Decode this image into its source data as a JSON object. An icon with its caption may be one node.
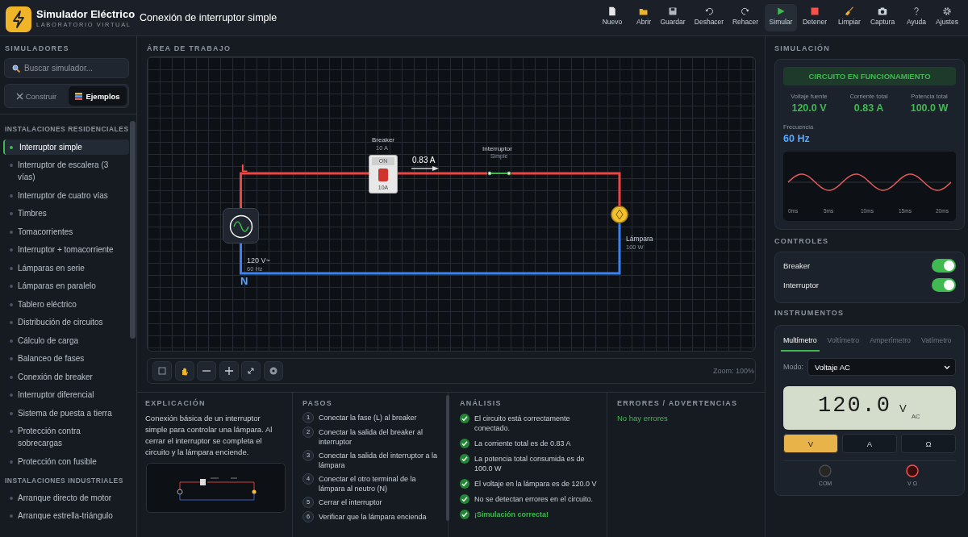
{
  "diagram": {
    "title": "Conexión de interruptor simple",
    "nodes": [
      {
        "text": [],
        "shape": "box",
        "beside": [
          "120 V~",
          "60 Hz"
        ]
      },
      {
        "text": [
          "ON",
          "10A"
        ],
        "beside": [
          "Breaker",
          "10 A"
        ]
      },
      {
        "text": [],
        "shape": "bar",
        "beside": [
          "Interruptor",
          "Simple"
        ]
      },
      {
        "text": [],
        "shape": "circle",
        "beside": [
          "Lámpara",
          "100 W"
        ]
      }
    ],
    "edges": [
      {
        "from": 0,
        "to": 1,
        "arrow": "none"
      },
      {
        "from": 1,
        "to": 2,
        "arrow": "none",
        "label": "0.83 A"
      },
      {
        "from": 2,
        "to": 3,
        "arrow": "none"
      },
      {
        "from": 3,
        "to": 0,
        "arrow": "none",
        "color": "#3b82f6"
      }
    ],
    "labels": [
      "Simulador Eléctrico",
      "LABORATORIO VIRTUAL",
      "Nuevo",
      "Abrir",
      "Guardar",
      "Deshacer",
      "Rehacer",
      "Simular",
      "Detener",
      "Limpiar",
      "Captura",
      "Ayuda",
      "Ajustes",
      "SIMULADORES",
      "Buscar simulador...",
      "Construir",
      "Ejemplos",
      "INSTALACIONES RESIDENCIALES",
      "Interruptor simple",
      "Interruptor de escalera (3 vías)",
      "Interruptor de cuatro vías",
      "Timbres",
      "Tomacorrientes",
      "Interruptor + tomacorriente",
      "Lámparas en serie",
      "Lámparas en paralelo",
      "Tablero eléctrico",
      "Distribución de circuitos",
      "Cálculo de carga",
      "Balanceo de fases",
      "Conexión de breaker",
      "Interruptor diferencial",
      "Sistema de puesta a tierra",
      "Protección contra sobrecargas",
      "Protección con fusible",
      "INSTALACIONES INDUSTRIALES",
      "Arranque directo de motor",
      "Arranque estrella-triángulo",
      "ÁREA DE TRABAJO",
      "L",
      "N",
      "Zoom: 100%",
      "SIMULACIÓN",
      "CIRCUITO EN FUNCIONAMIENTO",
      "Voltaje fuente",
      "120.0 V",
      "Corriente total",
      "0.83 A",
      "Potencia total",
      "100.0 W",
      "Frecuencia",
      "60 Hz",
      "0ms",
      "5ms",
      "10ms",
      "15ms",
      "20ms",
      "CONTROLES",
      "Breaker",
      "Interruptor",
      "INSTRUMENTOS",
      "Multímetro",
      "Voltímetro",
      "Amperímetro",
      "Vatímetro",
      "Modo:",
      "Voltaje AC",
      "120.0",
      "V",
      "AC",
      "V",
      "A",
      "Ω",
      "COM",
      "V Ω",
      "EXPLICACIÓN",
      "Conexión básica de un interruptor simple para controlar una lámpara. Al cerrar el interruptor se completa el circuito y la lámpara enciende.",
      "PASOS",
      "1",
      "Conectar la fase (L) al breaker",
      "2",
      "Conectar la salida del breaker al interruptor",
      "3",
      "Conectar la salida del interruptor a la lámpara",
      "4",
      "Conectar el otro terminal de la lámpara al neutro (N)",
      "5",
      "Cerrar el interruptor",
      "6",
      "Verificar que la lámpara encienda",
      "ANÁLISIS",
      "El circuito está correctamente conectado.",
      "La corriente total es de 0.83 A",
      "La potencia total consumida es de 100.0 W",
      "El voltaje en la lámpara es de 120.0 V",
      "No se detectan errores en el circuito.",
      "¡Simulación correcta!",
      "ERRORES / ADVERTENCIAS",
      "No hay errores"
    ]
  }
}
